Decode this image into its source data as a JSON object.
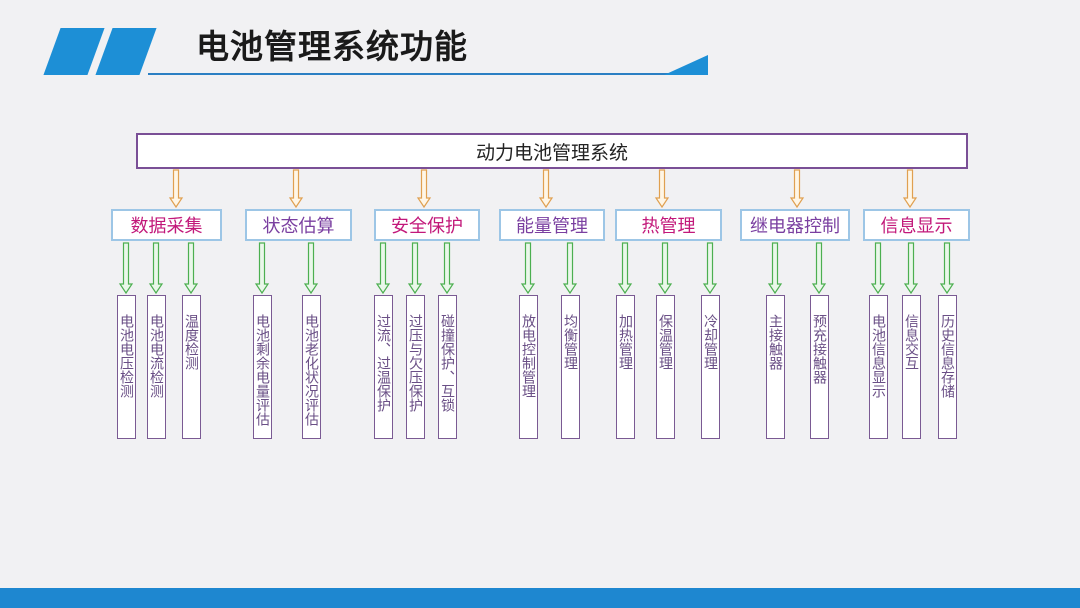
{
  "page": {
    "title": "电池管理系统功能",
    "accent_color": "#1d8fd6"
  },
  "diagram": {
    "root": "动力电池管理系统",
    "categories": [
      {
        "label": "数据采集",
        "color": "#c2187a",
        "children": [
          "电池电压检测",
          "电池电流检测",
          "温度检测"
        ]
      },
      {
        "label": "状态估算",
        "color": "#7a3fa0",
        "children": [
          "电池剩余电量评估",
          "电池老化状况评估"
        ]
      },
      {
        "label": "安全保护",
        "color": "#c2187a",
        "children": [
          "过流、过温保护",
          "过压与欠压保护",
          "碰撞保护、互锁"
        ]
      },
      {
        "label": "能量管理",
        "color": "#7a3fa0",
        "children": [
          "放电控制管理",
          "均衡管理"
        ]
      },
      {
        "label": "热管理",
        "color": "#c2187a",
        "children": [
          "加热管理",
          "保温管理",
          "冷却管理"
        ]
      },
      {
        "label": "继电器控制",
        "color": "#7a3fa0",
        "children": [
          "主接触器",
          "预充接触器"
        ]
      },
      {
        "label": "信息显示",
        "color": "#c2187a",
        "children": [
          "电池信息显示",
          "信息交互",
          "历史信息存储"
        ]
      }
    ]
  }
}
